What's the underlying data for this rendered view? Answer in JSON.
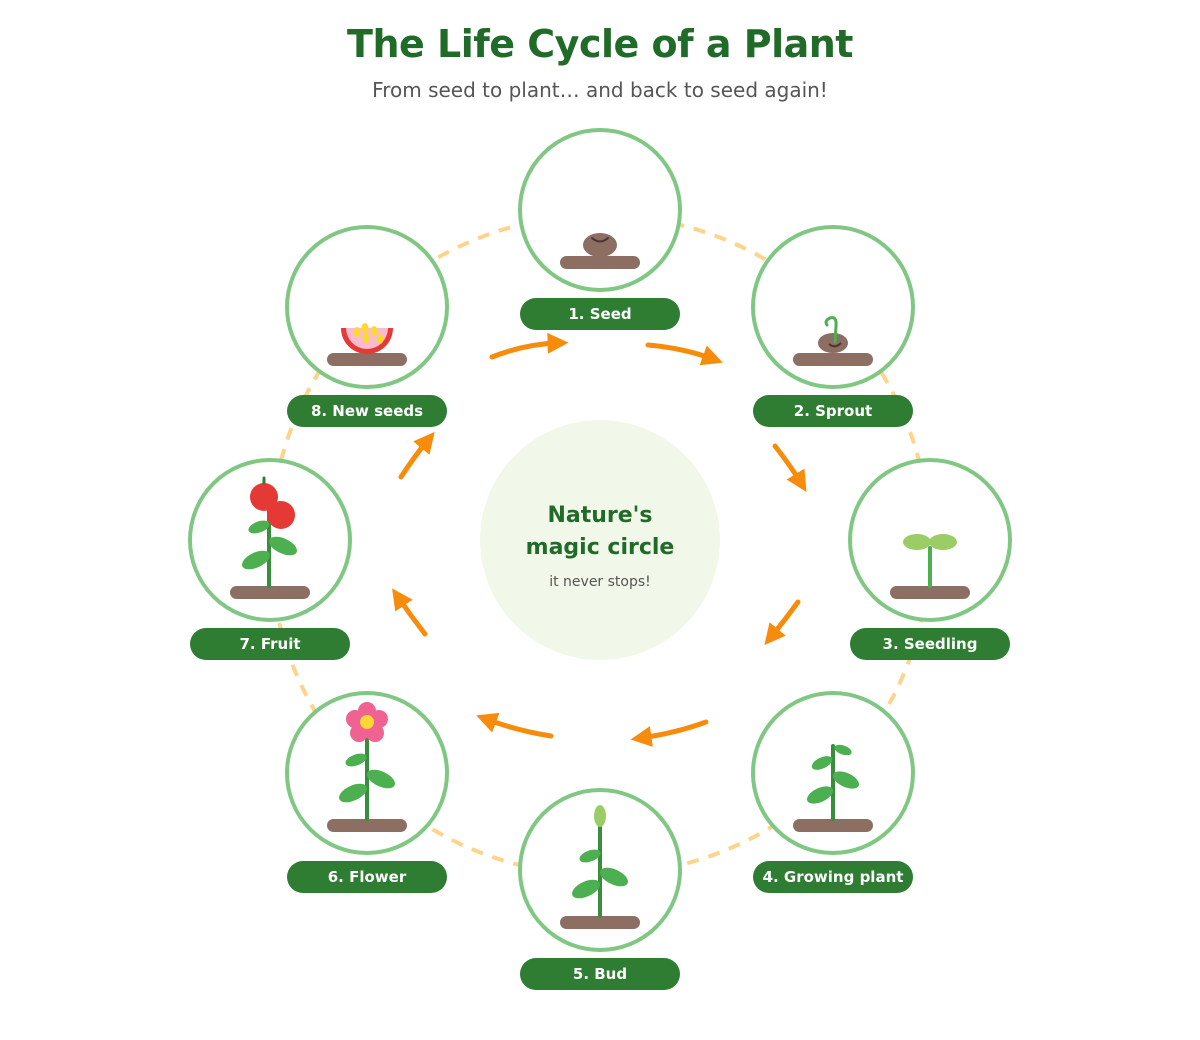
{
  "title": "The Life Cycle of a Plant",
  "subtitle": "From seed to plant… and back to seed again!",
  "center": {
    "line1": "Nature's",
    "line2": "magic circle",
    "note": "it never stops!"
  },
  "stages": [
    {
      "label": "1. Seed",
      "icon": "seed-icon"
    },
    {
      "label": "2. Sprout",
      "icon": "sprout-icon"
    },
    {
      "label": "3. Seedling",
      "icon": "seedling-icon"
    },
    {
      "label": "4. Growing plant",
      "icon": "growing-plant-icon"
    },
    {
      "label": "5. Bud",
      "icon": "bud-icon"
    },
    {
      "label": "6. Flower",
      "icon": "flower-icon"
    },
    {
      "label": "7. Fruit",
      "icon": "fruit-icon"
    },
    {
      "label": "8. New seeds",
      "icon": "new-seeds-icon"
    }
  ],
  "colors": {
    "title": "#1f6b27",
    "label_bg": "#2e7d32",
    "circle_stroke": "#81c784",
    "ring_dash": "#ffd48a",
    "arrow": "#f78c0c",
    "soil": "#8d6e63",
    "center_bg": "#f1f8e9"
  }
}
